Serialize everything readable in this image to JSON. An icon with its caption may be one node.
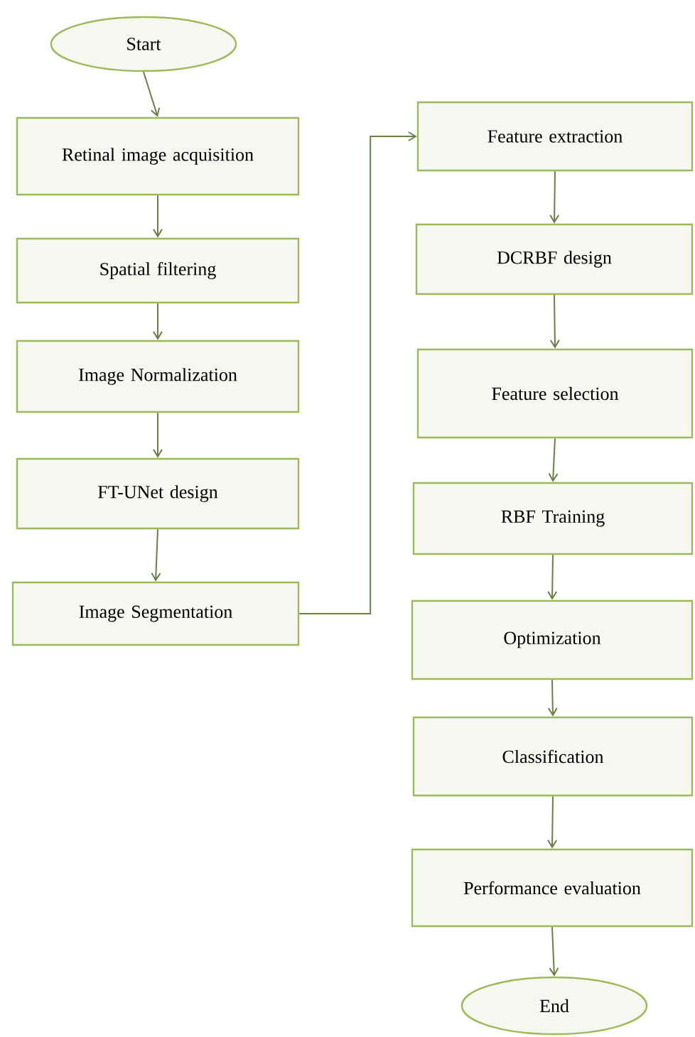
{
  "diagram": {
    "nodes": [
      {
        "text": [
          "Start"
        ]
      },
      {
        "text": [
          "Retinal image acquisition"
        ]
      },
      {
        "text": [
          "Spatial filtering"
        ]
      },
      {
        "text": [
          "Image Normalization"
        ]
      },
      {
        "text": [
          "FT-UNet design"
        ]
      },
      {
        "text": [
          "Image Segmentation"
        ]
      },
      {
        "text": [
          "Feature extraction"
        ]
      },
      {
        "text": [
          "DCRBF design"
        ]
      },
      {
        "text": [
          "Feature selection"
        ]
      },
      {
        "text": [
          "RBF Training"
        ]
      },
      {
        "text": [
          "Optimization"
        ]
      },
      {
        "text": [
          "Classification"
        ]
      },
      {
        "text": [
          "Performance evaluation"
        ]
      },
      {
        "text": [
          "End"
        ]
      }
    ],
    "edges": [
      {
        "from": 0,
        "to": 1,
        "arrow": "to"
      },
      {
        "from": 1,
        "to": 2,
        "arrow": "to"
      },
      {
        "from": 2,
        "to": 3,
        "arrow": "to"
      },
      {
        "from": 3,
        "to": 4,
        "arrow": "to"
      },
      {
        "from": 4,
        "to": 5,
        "arrow": "to"
      },
      {
        "from": 5,
        "to": 6,
        "arrow": "to"
      },
      {
        "from": 6,
        "to": 7,
        "arrow": "to"
      },
      {
        "from": 7,
        "to": 8,
        "arrow": "to"
      },
      {
        "from": 8,
        "to": 9,
        "arrow": "to"
      },
      {
        "from": 9,
        "to": 10,
        "arrow": "to"
      },
      {
        "from": 10,
        "to": 11,
        "arrow": "to"
      },
      {
        "from": 11,
        "to": 12,
        "arrow": "to"
      },
      {
        "from": 12,
        "to": 13,
        "arrow": "to"
      }
    ]
  }
}
